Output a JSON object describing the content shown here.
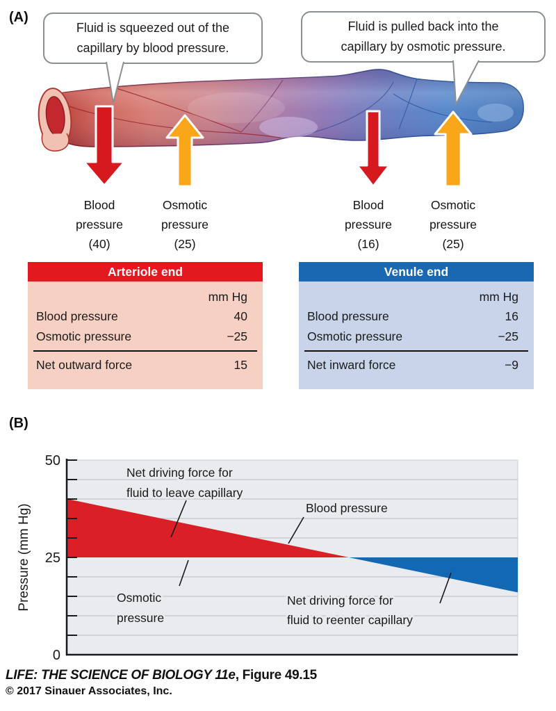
{
  "figure": {
    "panel_a_label": "(A)",
    "panel_b_label": "(B)"
  },
  "callouts": [
    {
      "lines": [
        "Fluid is squeezed out of the",
        "capillary by blood pressure."
      ]
    },
    {
      "lines": [
        "Fluid is pulled back into the",
        "capillary by osmotic pressure."
      ]
    }
  ],
  "pressure_labels": [
    {
      "lines": [
        "Blood",
        "pressure",
        "(40)"
      ],
      "arrow": "red-down",
      "end": "arteriole"
    },
    {
      "lines": [
        "Osmotic",
        "pressure",
        "(25)"
      ],
      "arrow": "orange-up",
      "end": "arteriole"
    },
    {
      "lines": [
        "Blood",
        "pressure",
        "(16)"
      ],
      "arrow": "red-down",
      "end": "venule"
    },
    {
      "lines": [
        "Osmotic",
        "pressure",
        "(25)"
      ],
      "arrow": "orange-up",
      "end": "venule"
    }
  ],
  "tables": [
    {
      "title": "Arteriole end",
      "unit": "mm Hg",
      "rows": [
        {
          "label": "Blood pressure",
          "value": "40"
        },
        {
          "label": "Osmotic pressure",
          "value": "−25"
        }
      ],
      "net": {
        "label": "Net outward force",
        "value": "15"
      },
      "header_color": "#e2191f",
      "body_color": "#f5d0c3"
    },
    {
      "title": "Venule end",
      "unit": "mm Hg",
      "rows": [
        {
          "label": "Blood pressure",
          "value": "16"
        },
        {
          "label": "Osmotic pressure",
          "value": "−25"
        }
      ],
      "net": {
        "label": "Net inward force",
        "value": "−9"
      },
      "header_color": "#1a67b2",
      "body_color": "#c8d4e9"
    }
  ],
  "chart_data": {
    "type": "area",
    "ylabel": "Pressure (mm Hg)",
    "ylim": [
      0,
      50
    ],
    "yticks_labeled": [
      50,
      25,
      0
    ],
    "ytick_minor_step": 5,
    "grid": "horizontal lines every 5 mm Hg",
    "x_meaning": "position along capillary, arteriole end (left) to venule end (right)",
    "series": [
      {
        "name": "Blood pressure",
        "x_frac": [
          0,
          1
        ],
        "values": [
          40,
          16
        ]
      },
      {
        "name": "Osmotic pressure",
        "x_frac": [
          0,
          1
        ],
        "values": [
          25,
          25
        ]
      }
    ],
    "areas": [
      {
        "name": "Net driving force for fluid to leave capillary",
        "where": "blood pressure > osmotic pressure",
        "color": "#da1f26"
      },
      {
        "name": "Net driving force for fluid to reenter capillary",
        "where": "blood pressure < osmotic pressure",
        "color": "#1268b2"
      }
    ],
    "annotations": [
      {
        "lines": [
          "Net driving force for",
          "fluid to leave capillary"
        ]
      },
      {
        "lines": [
          "Blood pressure"
        ]
      },
      {
        "lines": [
          "Osmotic",
          "pressure"
        ]
      },
      {
        "lines": [
          "Net driving force for",
          "fluid to reenter capillary"
        ]
      }
    ]
  },
  "footer": {
    "credit_italic": "LIFE: THE SCIENCE OF BIOLOGY 11e",
    "credit_rest": ", Figure 49.15",
    "copyright": "© 2017 Sinauer Associates, Inc."
  },
  "colors": {
    "arrow_red": "#d6191f",
    "arrow_orange": "#f9a61a",
    "chart_red": "#da1f26",
    "chart_blue": "#1268b2",
    "plot_bg": "#e9ebee",
    "gridline": "#b6bcc7"
  }
}
